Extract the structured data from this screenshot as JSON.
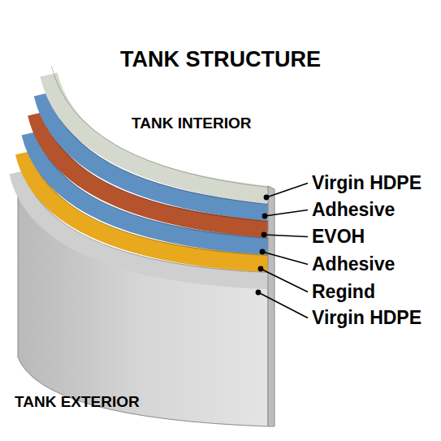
{
  "diagram": {
    "title": "TANK STRUCTURE",
    "labels": [
      "TANK INTERIOR",
      "Virgin HDPE",
      "Adhesive",
      "EVOH",
      "Adhesive",
      "Regind",
      "Virgin HDPE",
      "TANK EXTERIOR"
    ]
  }
}
